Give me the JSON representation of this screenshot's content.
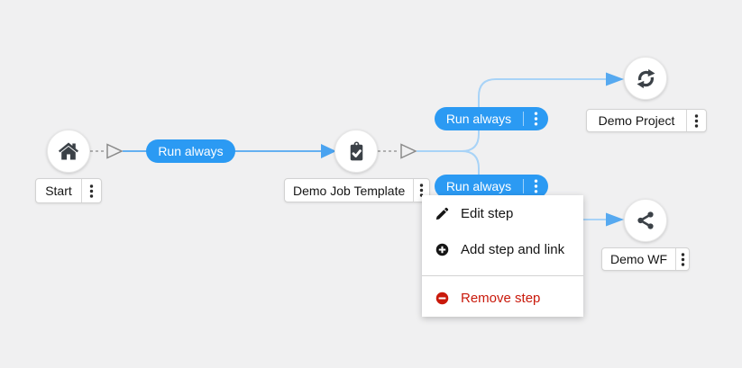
{
  "workflow": {
    "nodes": [
      {
        "id": "start",
        "label": "Start",
        "icon": "home-icon"
      },
      {
        "id": "job",
        "label": "Demo Job Template",
        "icon": "clipboard-check-icon"
      },
      {
        "id": "project",
        "label": "Demo Project",
        "icon": "sync-icon"
      },
      {
        "id": "wf",
        "label": "Demo WF",
        "icon": "share-icon"
      }
    ],
    "links": [
      {
        "from": "Start",
        "to": "Demo Job Template",
        "label": "Run always",
        "has_kebab": false
      },
      {
        "from": "Demo Job Template",
        "to": "Demo Project",
        "label": "Run always",
        "has_kebab": true
      },
      {
        "from": "Demo Job Template",
        "to": "Demo WF",
        "label": "Run always",
        "has_kebab": true
      }
    ]
  },
  "context_menu": {
    "items": [
      {
        "label": "Edit step",
        "icon": "pencil-icon",
        "danger": false
      },
      {
        "label": "Add step and link",
        "icon": "plus-circle-icon",
        "danger": false
      },
      {
        "label": "Remove step",
        "icon": "minus-circle-icon",
        "danger": true
      }
    ]
  },
  "colors": {
    "background": "#f0f0f1",
    "badge_blue": "#2b9af3",
    "link_light": "#a8d3f7",
    "link_strong": "#64b0f1",
    "arrow_fill": "#4aa3f0",
    "dashed_grey": "#9a9a9a",
    "icon_dark": "#3b4147",
    "danger_red": "#c9190b",
    "text_dark": "#151515"
  }
}
